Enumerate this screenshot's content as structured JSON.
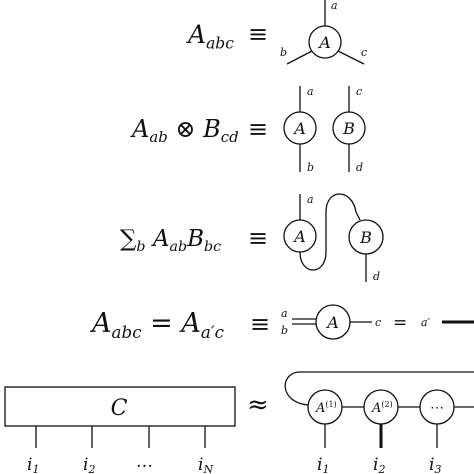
{
  "rows": [
    {
      "lhs": {
        "base": "A",
        "sub": "abc"
      },
      "relation": "≡",
      "tensor": "A",
      "legs": [
        "a",
        "b",
        "c"
      ]
    },
    {
      "lhs": {
        "a_base": "A",
        "a_sub": "ab",
        "op": "⊗",
        "b_base": "B",
        "b_sub": "cd"
      },
      "relation": "≡",
      "tensors": [
        "A",
        "B"
      ],
      "legs": [
        "a",
        "b",
        "c",
        "d"
      ]
    },
    {
      "lhs": {
        "sum": "∑",
        "sum_sub": "b",
        "a_base": "A",
        "a_sub": "ab",
        "b_base": "B",
        "b_sub": "bc"
      },
      "relation": "≡",
      "tensors": [
        "A",
        "B"
      ],
      "legs": [
        "a",
        "d"
      ]
    },
    {
      "lhs": {
        "l_base": "A",
        "l_sub": "abc",
        "eq": "=",
        "r_base": "A",
        "r_sub": "a′c"
      },
      "relation": "≡",
      "tensor": "A",
      "legs": [
        "a",
        "b",
        "c"
      ],
      "equals": "=",
      "right_leg": "a′"
    },
    {
      "box_label": "C",
      "indices": [
        {
          "base": "i",
          "sub": "1"
        },
        {
          "base": "i",
          "sub": "2"
        },
        {
          "base": "…",
          "sub": ""
        },
        {
          "base": "i",
          "sub": "N"
        }
      ],
      "relation": "≈",
      "mps_tensors": [
        {
          "base": "A",
          "sup": "(1)"
        },
        {
          "base": "A",
          "sup": "(2)"
        },
        {
          "base": "⋯",
          "sup": ""
        }
      ],
      "mps_indices": [
        {
          "base": "i",
          "sub": "1"
        },
        {
          "base": "i",
          "sub": "2"
        },
        {
          "base": "i",
          "sub": "3"
        }
      ]
    }
  ]
}
